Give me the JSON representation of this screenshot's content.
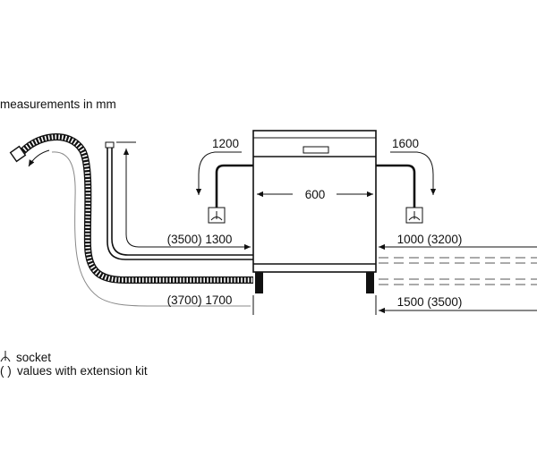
{
  "header": {
    "units_note": "measurements in mm"
  },
  "dimensions": {
    "width": "600",
    "left_top": "1200",
    "right_top": "1600",
    "left_inlet": "(3500) 1300",
    "right_inlet": "1000 (3200)",
    "left_drain": "(3700) 1700",
    "right_drain": "1500 (3500)"
  },
  "legend": {
    "socket_label": "socket",
    "extension_symbol": "( )",
    "extension_label": "values with extension kit"
  },
  "icons": [
    "socket-icon",
    "drain-hose-icon",
    "water-tap-icon",
    "arrow-icon"
  ]
}
